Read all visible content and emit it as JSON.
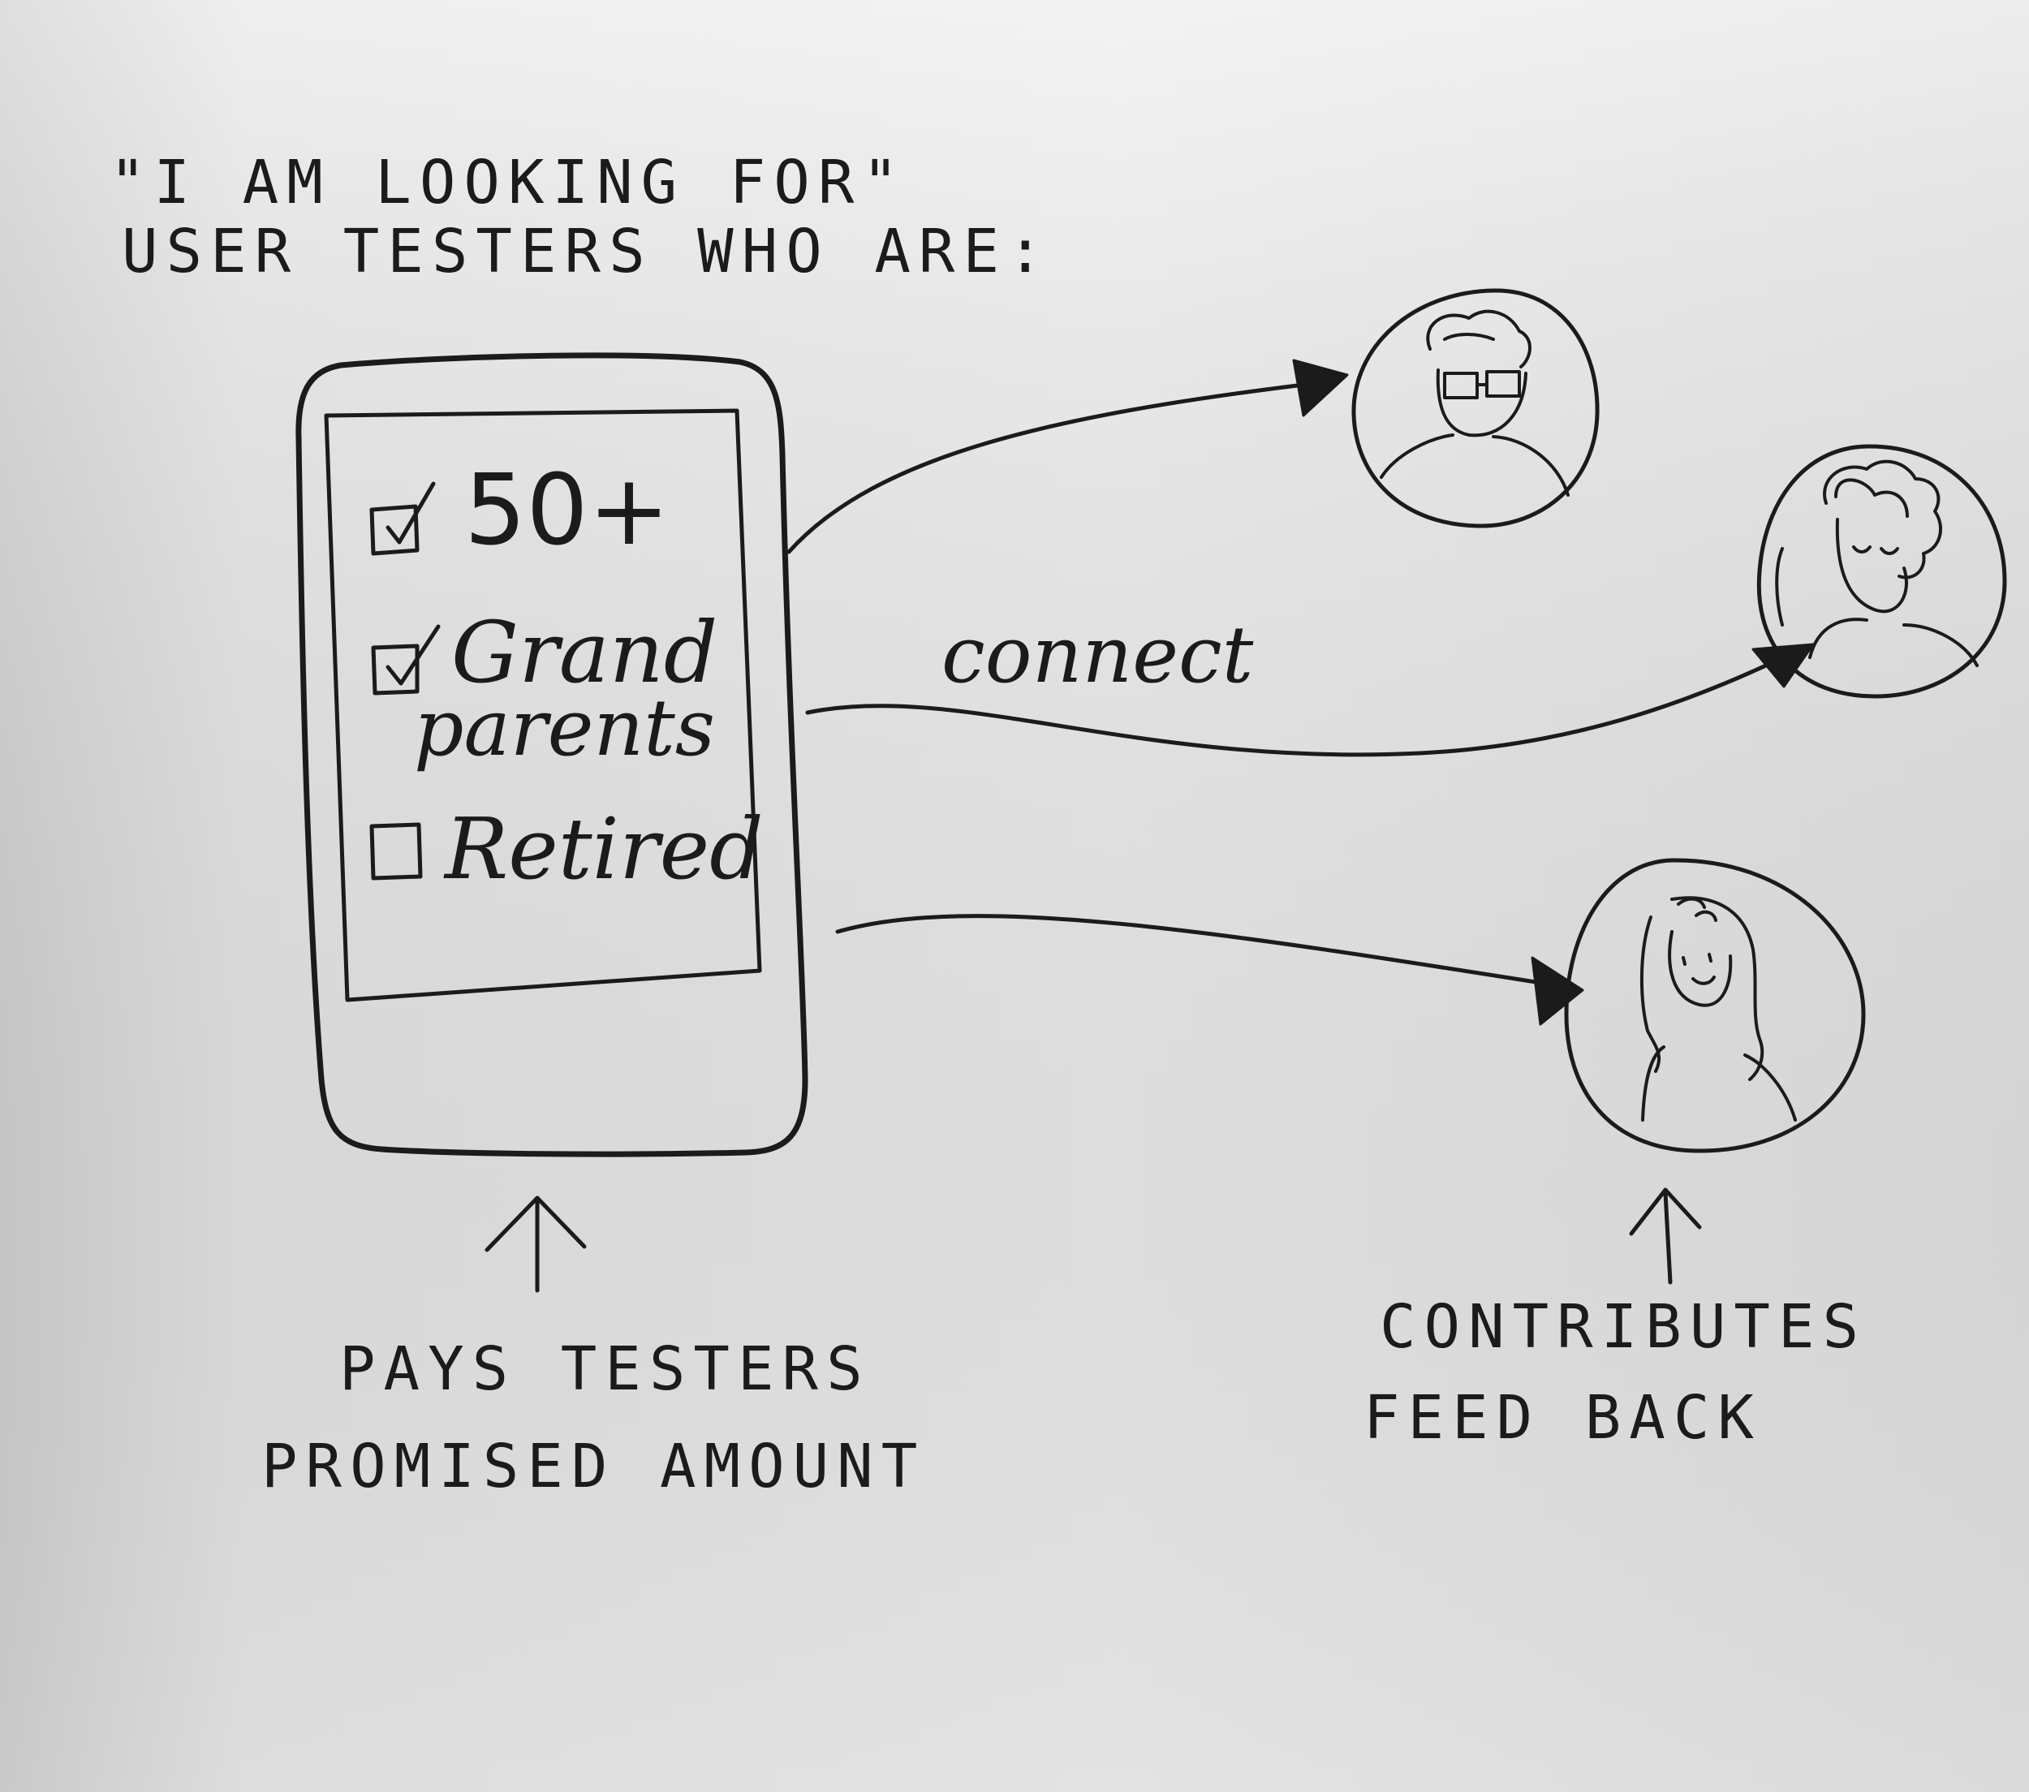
{
  "colors": {
    "paper": "#ececec",
    "pencil": "#1b1b1b"
  },
  "header": {
    "line1": "\"I AM LOOKING FOR\"",
    "line2": "USER TESTERS WHO ARE:"
  },
  "phone": {
    "checklist": [
      {
        "label": "50+",
        "checked": true
      },
      {
        "label": "Grand",
        "label2": "parents",
        "checked": true
      },
      {
        "label": "Retired",
        "checked": false
      }
    ]
  },
  "arrows": {
    "connect_label": "connect"
  },
  "testers": [
    {
      "name": "tester-glasses",
      "icon": "person-glasses-icon"
    },
    {
      "name": "tester-curly-hair",
      "icon": "person-curly-hair-icon"
    },
    {
      "name": "tester-long-hair",
      "icon": "person-long-hair-icon"
    }
  ],
  "captions": {
    "pays_line1": "PAYS TESTERS",
    "pays_line2": "PROMISED AMOUNT",
    "contributes_line1": "CONTRIBUTES",
    "contributes_line2": "FEED BACK"
  }
}
